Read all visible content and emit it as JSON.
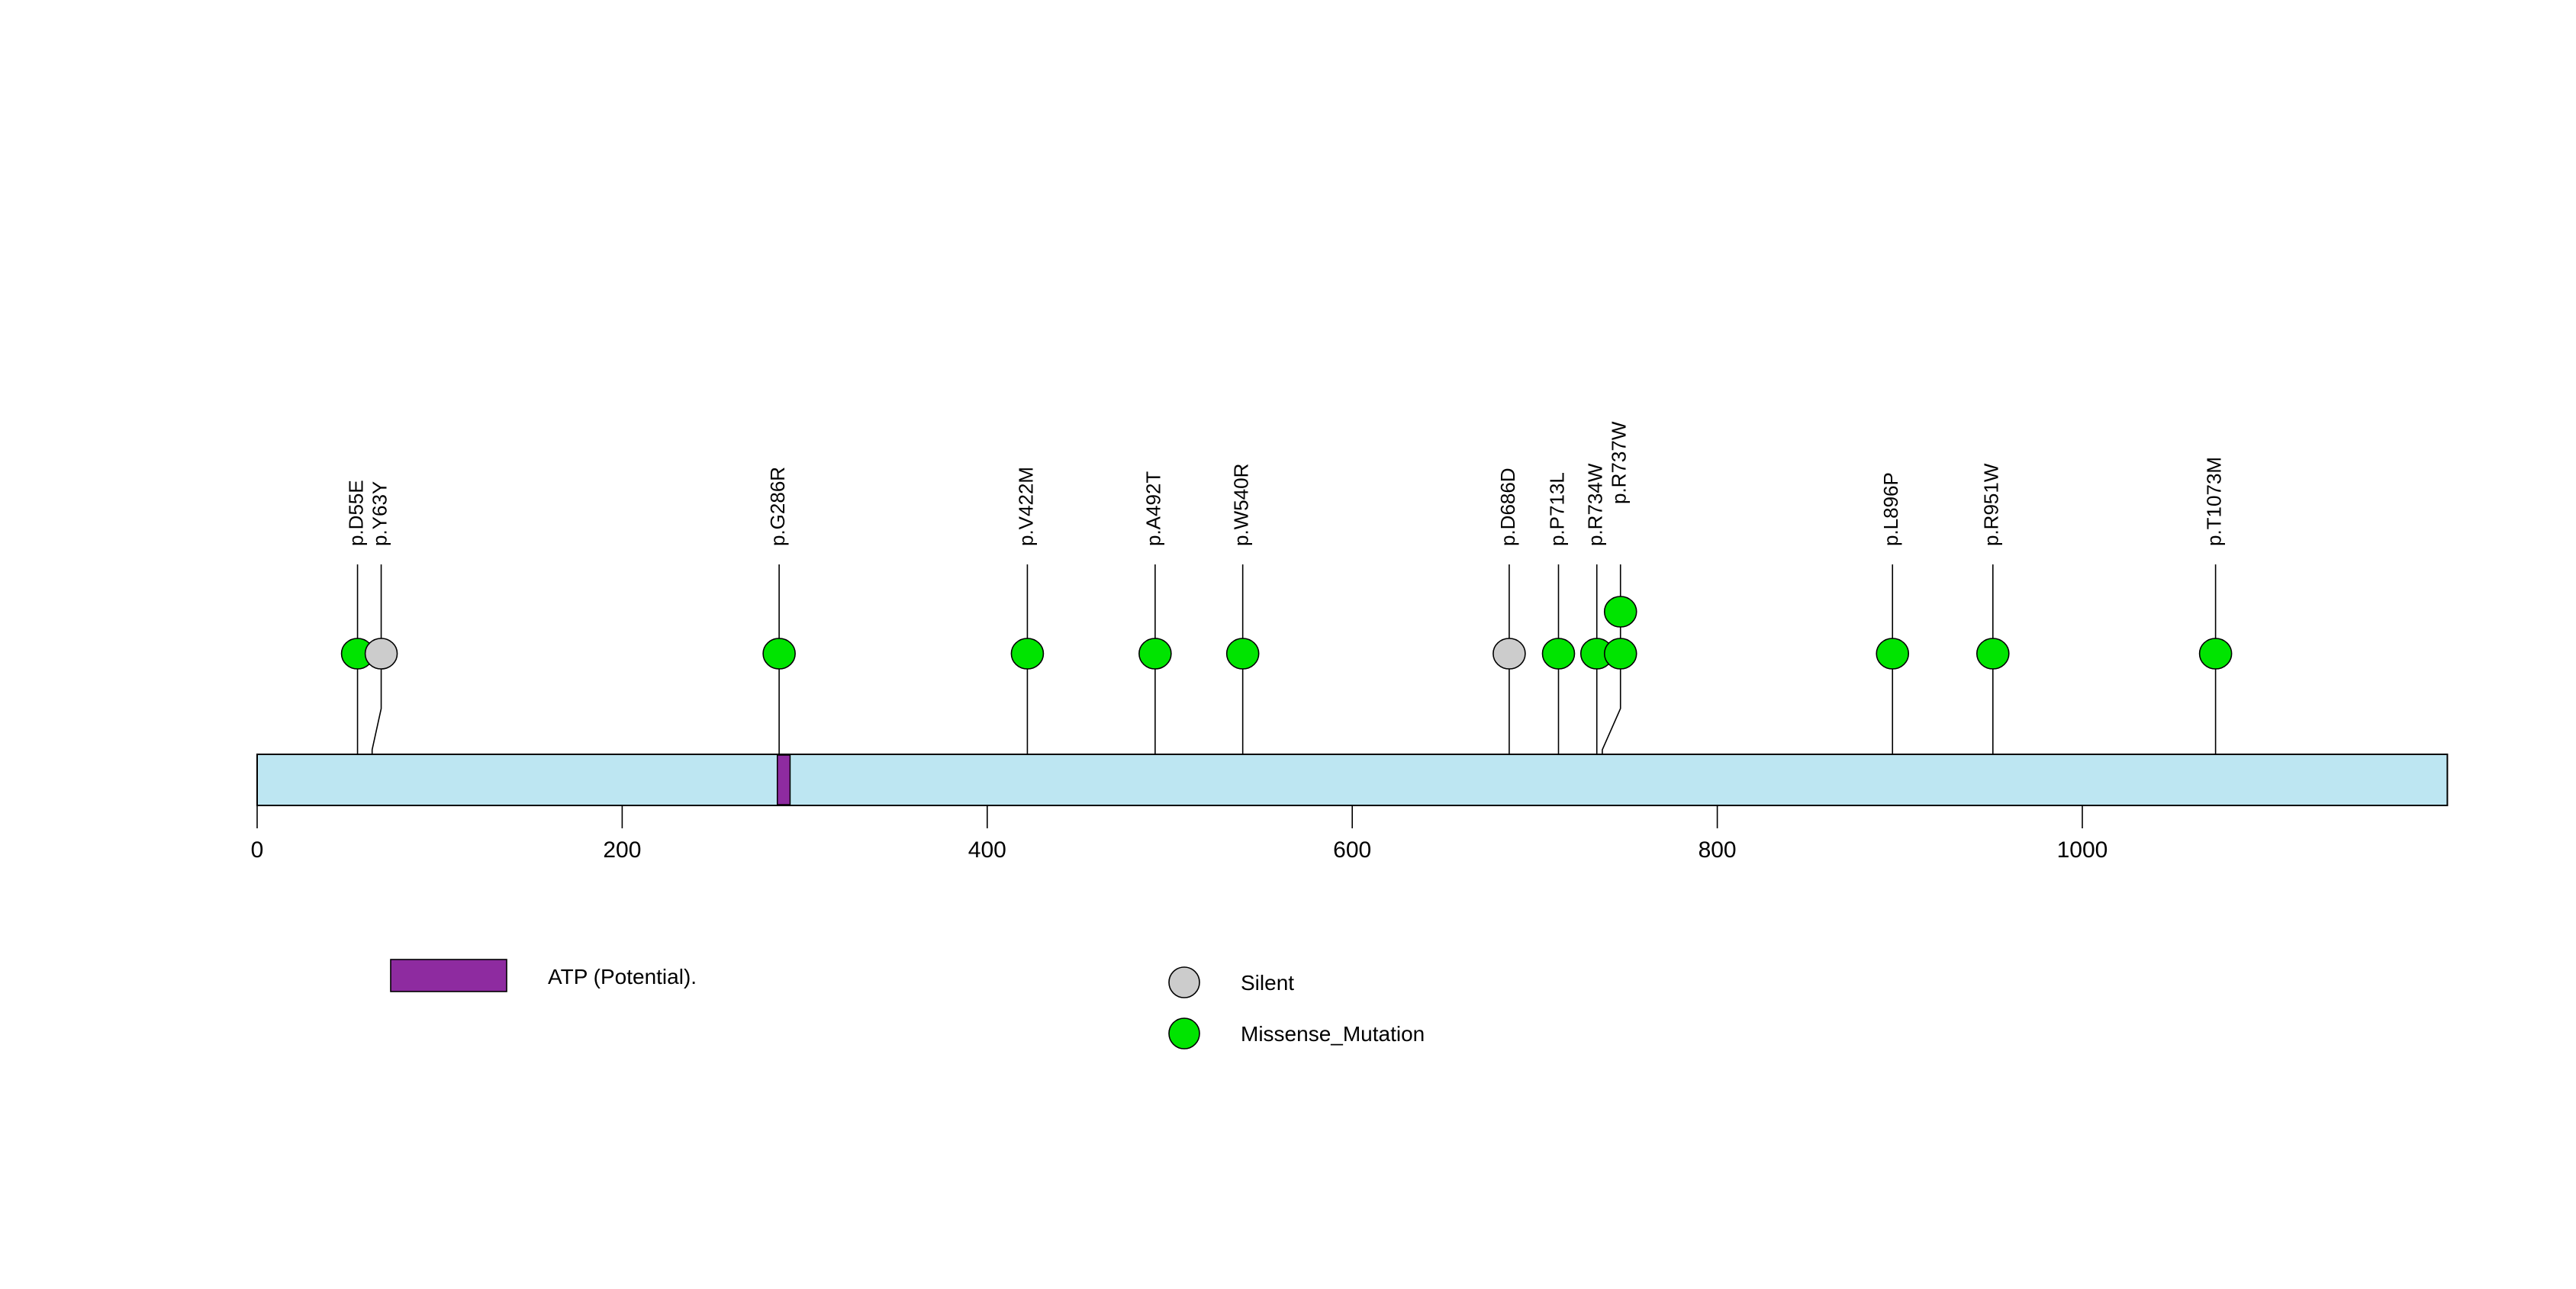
{
  "chart_data": {
    "type": "lollipop",
    "title": "",
    "xlabel": "",
    "ylabel": "",
    "xlim": [
      0,
      1200
    ],
    "grid": false,
    "legend_position": "bottom",
    "protein": {
      "length": 1200,
      "backbone_color": "#bde6f2",
      "backbone_stroke": "#000000"
    },
    "axis": {
      "ticks": [
        0,
        200,
        400,
        600,
        800,
        1000
      ],
      "tick_labels": [
        "0",
        "200",
        "400",
        "600",
        "800",
        "1000"
      ]
    },
    "domains": [
      {
        "name": "ATP (Potential).",
        "start": 285,
        "end": 292,
        "color": "#8e2ba0"
      }
    ],
    "mutation_types": [
      {
        "name": "Silent",
        "color": "#cccccc"
      },
      {
        "name": "Missense_Mutation",
        "color": "#00e400"
      }
    ],
    "mutations": [
      {
        "label": "p.D55E",
        "position": 55,
        "count": 1,
        "type": "Missense_Mutation",
        "color": "#00e400"
      },
      {
        "label": "p.Y63Y",
        "position": 63,
        "count": 1,
        "type": "Silent",
        "color": "#cccccc"
      },
      {
        "label": "p.G286R",
        "position": 286,
        "count": 1,
        "type": "Missense_Mutation",
        "color": "#00e400"
      },
      {
        "label": "p.V422M",
        "position": 422,
        "count": 1,
        "type": "Missense_Mutation",
        "color": "#00e400"
      },
      {
        "label": "p.A492T",
        "position": 492,
        "count": 1,
        "type": "Missense_Mutation",
        "color": "#00e400"
      },
      {
        "label": "p.W540R",
        "position": 540,
        "count": 1,
        "type": "Missense_Mutation",
        "color": "#00e400"
      },
      {
        "label": "p.D686D",
        "position": 686,
        "count": 1,
        "type": "Silent",
        "color": "#cccccc"
      },
      {
        "label": "p.P713L",
        "position": 713,
        "count": 1,
        "type": "Missense_Mutation",
        "color": "#00e400"
      },
      {
        "label": "p.R734W",
        "position": 734,
        "count": 1,
        "type": "Missense_Mutation",
        "color": "#00e400"
      },
      {
        "label": "p.R737W",
        "position": 737,
        "count": 2,
        "type": "Missense_Mutation",
        "color": "#00e400"
      },
      {
        "label": "p.L896P",
        "position": 896,
        "count": 1,
        "type": "Missense_Mutation",
        "color": "#00e400"
      },
      {
        "label": "p.R951W",
        "position": 951,
        "count": 1,
        "type": "Missense_Mutation",
        "color": "#00e400"
      },
      {
        "label": "p.T1073M",
        "position": 1073,
        "count": 1,
        "type": "Missense_Mutation",
        "color": "#00e400"
      }
    ]
  },
  "legend": {
    "domain_entry": {
      "label": "ATP (Potential).",
      "color": "#8e2ba0"
    },
    "type_entries": [
      {
        "label": "Silent",
        "color": "#cccccc"
      },
      {
        "label": "Missense_Mutation",
        "color": "#00e400"
      }
    ]
  }
}
